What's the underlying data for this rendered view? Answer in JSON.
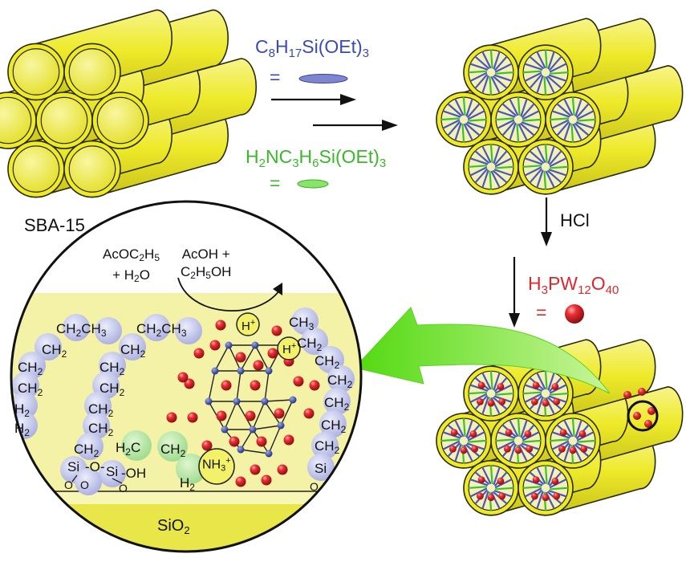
{
  "colors": {
    "tube_yellow": "#eeea2a",
    "tube_dark": "#b9b212",
    "octyl_blue": "#4a57b8",
    "amine_green": "#39c22c",
    "hpa_red": "#e0262d",
    "arrow_green": "#6ee41e",
    "surface": "#f4f2a6",
    "blob": "#b9bce6"
  },
  "labels": {
    "octyl": {
      "f1": "C",
      "s1": "8",
      "f2": "H",
      "s2": "17",
      "f3": "Si(OEt)",
      "s3": "3"
    },
    "amino": {
      "f1": "H",
      "s1": "2",
      "f2": "NC",
      "s2": "3",
      "f3": "H",
      "s3": "6",
      "f4": "Si(OEt)",
      "s4": "3"
    },
    "hpa": {
      "f1": "H",
      "s1": "3",
      "f2": "PW",
      "s2": "12",
      "f3": "O",
      "s3": "40"
    },
    "eq": "=",
    "hcl": "HCl",
    "sba": "SBA-15",
    "reactants": {
      "l1a": "AcOC",
      "l1b": "2",
      "l1c": "H",
      "l1d": "5",
      "l2a": "+ H",
      "l2b": "2",
      "l2c": "O"
    },
    "products": {
      "l1": "AcOH +",
      "l2a": "C",
      "l2b": "2",
      "l2c": "H",
      "l2d": "5",
      "l2e": "OH"
    },
    "silica": {
      "a": "SiO",
      "b": "2"
    },
    "proton": {
      "a": "H",
      "b": "+"
    },
    "ammonium": {
      "a": "NH",
      "b": "3",
      "c": "+"
    },
    "chain": {
      "ch2ch3": {
        "a": "CH",
        "b": "2",
        "c": "CH",
        "d": "3"
      },
      "ch3": {
        "a": "CH",
        "b": "3"
      },
      "ch2": {
        "a": "CH",
        "b": "2"
      },
      "h2": {
        "a": "H",
        "b": "2"
      },
      "h2c": {
        "a": "H",
        "b": "2",
        "c": "C"
      },
      "si": "Si",
      "o": "O",
      "oh": "-OH",
      "dash_o": "-O-"
    }
  }
}
